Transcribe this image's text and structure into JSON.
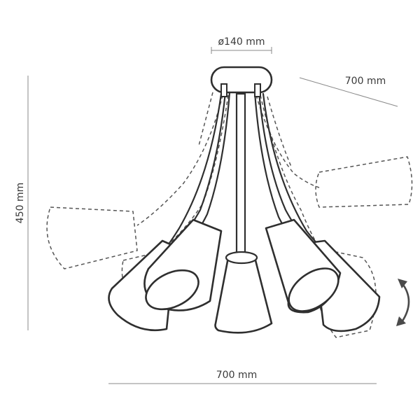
{
  "dimensions": {
    "canopy_diameter": "ø140 mm",
    "height": "450 mm",
    "width_bottom": "700 mm",
    "width_top": "700 mm"
  },
  "icons": [
    "rotation-arrow-icon"
  ]
}
